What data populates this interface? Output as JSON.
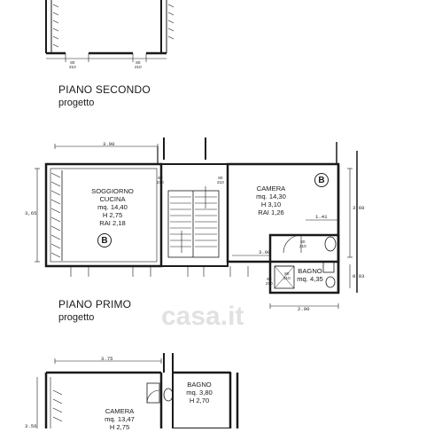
{
  "floors": {
    "secondo": {
      "title": "PIANO SECONDO",
      "subtitle": "progetto"
    },
    "primo": {
      "title": "PIANO PRIMO",
      "subtitle": "progetto"
    }
  },
  "rooms": {
    "soggiorno": {
      "name1": "SOGGIORNO",
      "name2": "CUCINA",
      "area": "mq. 14,40",
      "height": "H 2,75",
      "rai": "RAI 2,18",
      "badge": "B"
    },
    "camera1": {
      "name": "CAMERA",
      "area": "mq. 14,30",
      "height": "H 3,10",
      "rai": "RAI 1,26",
      "badge": "B"
    },
    "bagno1": {
      "name": "BAGNO",
      "area": "mq. 4,35"
    },
    "camera0": {
      "name": "CAMERA",
      "area": "mq. 13,47",
      "height": "H 2,75"
    },
    "bagno0": {
      "name": "BAGNO",
      "area": "mq. 3,80",
      "height": "H 2,70"
    }
  },
  "dimensions": {
    "primo_width_left": "3.90",
    "primo_height_left": "3,65",
    "primo_height_right": "3.60",
    "primo_inner_141": "1.41",
    "primo_inner_300": "3.00",
    "primo_bottom_290": "2.90",
    "primo_right_093": "0.93",
    "terra_width_left": "3.75",
    "terra_height_left": "3.56"
  },
  "door_labels": {
    "d1": [
      "80",
      "210"
    ],
    "d2": [
      "80",
      "210"
    ],
    "d3": [
      "80",
      "210"
    ],
    "d4": [
      "80",
      "210"
    ],
    "d5": [
      "60",
      "210"
    ],
    "d6": [
      "80",
      "210"
    ],
    "d7": [
      "80",
      "210"
    ]
  },
  "watermark": "casa.it",
  "colors": {
    "ink": "#1a1a1a",
    "watermark": "#d8d8d8"
  }
}
